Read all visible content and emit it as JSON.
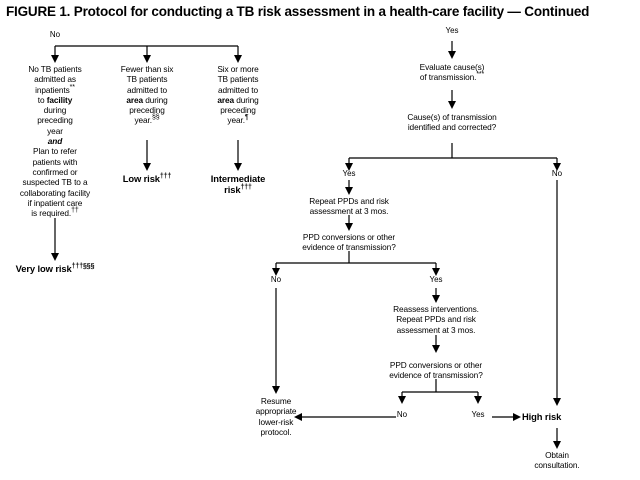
{
  "figure": {
    "title": "FIGURE 1. Protocol for conducting a TB risk assessment in a health-care facility — Continued"
  },
  "branch_labels": {
    "top_left_no": "No",
    "top_right_yes": "Yes",
    "cause_yes": "Yes",
    "cause_no": "No",
    "ppd1_no": "No",
    "ppd1_yes": "Yes",
    "ppd2_no": "No",
    "ppd2_yes": "Yes"
  },
  "nodes": {
    "left_box1_line1": "No TB patients",
    "left_box1_line2": "admitted as",
    "left_box1_line3": "inpatients",
    "left_box1_sup3": "**",
    "left_box1_line4a": "to ",
    "left_box1_line4b": "facility",
    "left_box1_line5": "during",
    "left_box1_line6": "preceding",
    "left_box1_line7": "year",
    "left_box1_line8": "and",
    "left_box1_line9": "Plan to refer",
    "left_box1_line10": "patients with",
    "left_box1_line11": "confirmed or",
    "left_box1_line12": "suspected TB to a",
    "left_box1_line13": "collaborating facility",
    "left_box1_line14": "if inpatient care",
    "left_box1_line15": "is required.",
    "left_box1_sup15": "††",
    "mid_box_line1": "Fewer than six",
    "mid_box_line2": "TB patients",
    "mid_box_line3": "admitted to",
    "mid_box_line4a": "area",
    "mid_box_line4b": " during",
    "mid_box_line5": "preceding",
    "mid_box_line6": "year.",
    "mid_box_sup6": "§§",
    "right_box_line1": "Six or more",
    "right_box_line2": "TB patients",
    "right_box_line3": "admitted to",
    "right_box_line4a": "area",
    "right_box_line4b": " during",
    "right_box_line5": "preceding",
    "right_box_line6": "year.",
    "right_box_sup6": "¶",
    "very_low_risk": "Very low risk",
    "very_low_risk_sup": "†††§§§",
    "low_risk": "Low risk",
    "low_risk_sup": "†††",
    "intermediate_risk_line1": "Intermediate",
    "intermediate_risk_line2": "risk",
    "intermediate_risk_sup": "†††",
    "evaluate_line1": "Evaluate cause(s)",
    "evaluate_line2": "of transmission.",
    "evaluate_sup": "***",
    "cause_q_line1": "Cause(s) of transmission",
    "cause_q_line2": "identified and corrected?",
    "repeat1_line1": "Repeat PPDs and risk",
    "repeat1_line2": "assessment at 3 mos.",
    "ppd_q1_line1": "PPD conversions or other",
    "ppd_q1_line2": "evidence of transmission?",
    "reassess_line1": "Reassess interventions.",
    "reassess_line2": "Repeat PPDs and risk",
    "reassess_line3": "assessment at 3 mos.",
    "ppd_q2_line1": "PPD conversions or other",
    "ppd_q2_line2": "evidence of transmission?",
    "resume_line1": "Resume",
    "resume_line2": "appropriate",
    "resume_line3": "lower-risk",
    "resume_line4": "protocol.",
    "high_risk": "High risk",
    "obtain_line1": "Obtain",
    "obtain_line2": "consultation."
  },
  "colors": {
    "ink": "#000000",
    "paper": "#ffffff"
  }
}
